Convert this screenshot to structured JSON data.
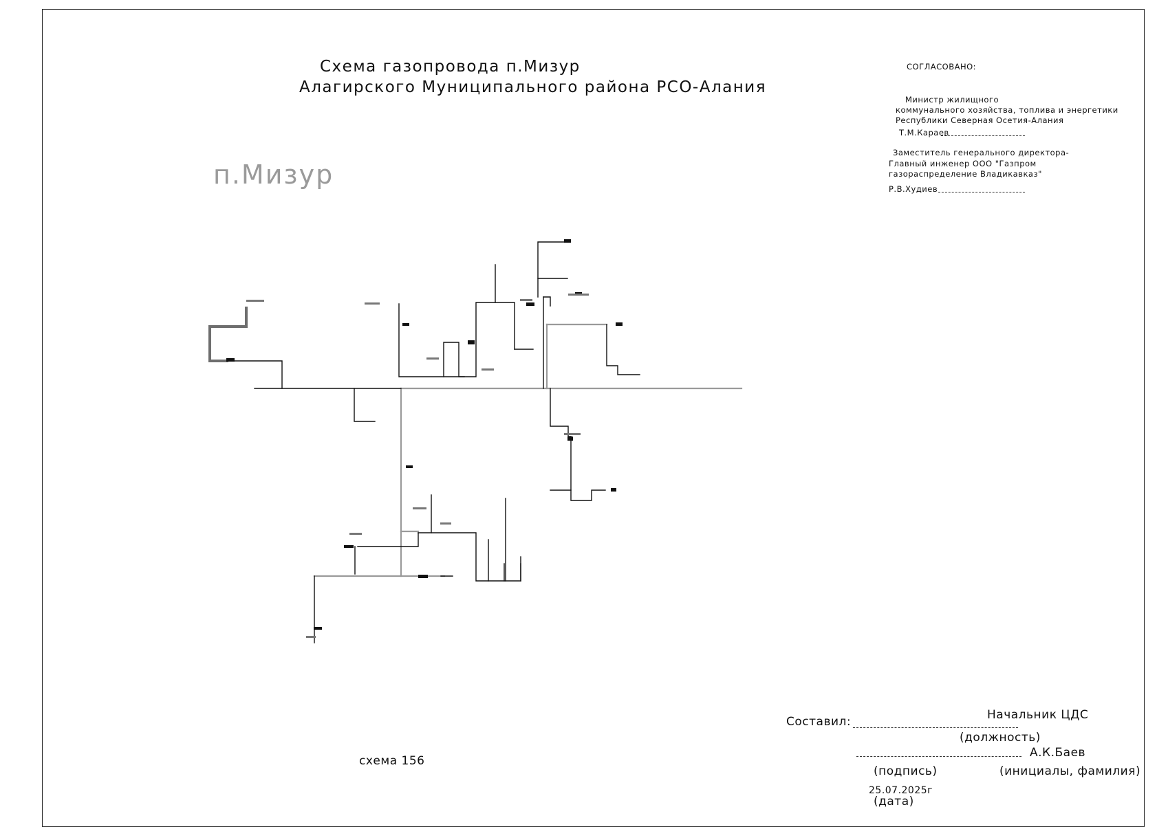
{
  "title": {
    "line1": "Схема газопровода п.Мизур",
    "line2": "Алагирского   Муниципального района РСО-Алания"
  },
  "village_label": "п.Мизур",
  "approval": {
    "heading": "СОГЛАСОВАНО:",
    "minister_line1": "Министр жилищного",
    "minister_line2": "коммунального  хозяйства, топлива и энергетики",
    "minister_line3": "Республики Северная Осетия-Алания",
    "minister_name": "Т.М.Караев",
    "deputy_line1": "Заместитель генерального директора-",
    "deputy_line2": "Главный инженер  ООО \"Газпром",
    "deputy_line3": "газораспределение Владикавказ\"",
    "deputy_name": "Р.В.Худиев"
  },
  "scheme_number": "схема 156",
  "signature_block": {
    "compiled_label": "Составил:",
    "position_value": "Начальник ЦДС",
    "position_caption": "(должность)",
    "name_value": "А.К.Баев",
    "signature_caption": "(подпись)",
    "name_caption": "(инициалы, фамилия)",
    "date_value": "25.07.2025г",
    "date_caption": "(дата)"
  },
  "colors": {
    "main_pipe": "#9a9a9a",
    "pipe": "#111111",
    "thick_pipe": "#6e6e6e"
  }
}
